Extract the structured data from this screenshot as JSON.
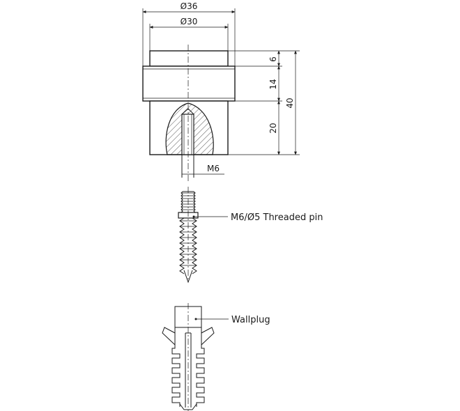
{
  "dimensions": {
    "outer_diameter": "Ø36",
    "inner_diameter": "Ø30",
    "top_height": "6",
    "ring_height": "14",
    "bottom_height": "20",
    "total_height": "40",
    "thread": "M6"
  },
  "callouts": {
    "threaded_pin": "M6/Ø5 Threaded pin",
    "wallplug": "Wallplug"
  }
}
